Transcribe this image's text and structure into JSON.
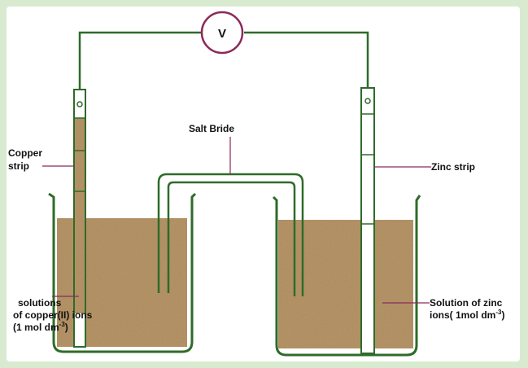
{
  "voltmeter": {
    "symbol": "V"
  },
  "labels": {
    "salt_bridge": "Salt Bride",
    "copper_strip_line1": "Copper",
    "copper_strip_line2": "strip",
    "zinc_strip": "Zinc strip",
    "copper_solution_line1": "solutions",
    "copper_solution_line2": "of copper(II) ions",
    "copper_solution_line3": "(1 mol dm",
    "copper_solution_exp": "-3",
    "copper_solution_close": ")",
    "zinc_solution_line1": "Solution of zinc",
    "zinc_solution_line2": "ions( 1mol dm",
    "zinc_solution_exp": "-3",
    "zinc_solution_close": ")"
  },
  "colors": {
    "wire": "#2e6b2a",
    "voltmeter_ring": "#8b2a5a",
    "solution": "#a8875a",
    "solution_dark": "#7a5a32",
    "background": "#d8ebd0",
    "pointer": "#8b2a5a"
  }
}
